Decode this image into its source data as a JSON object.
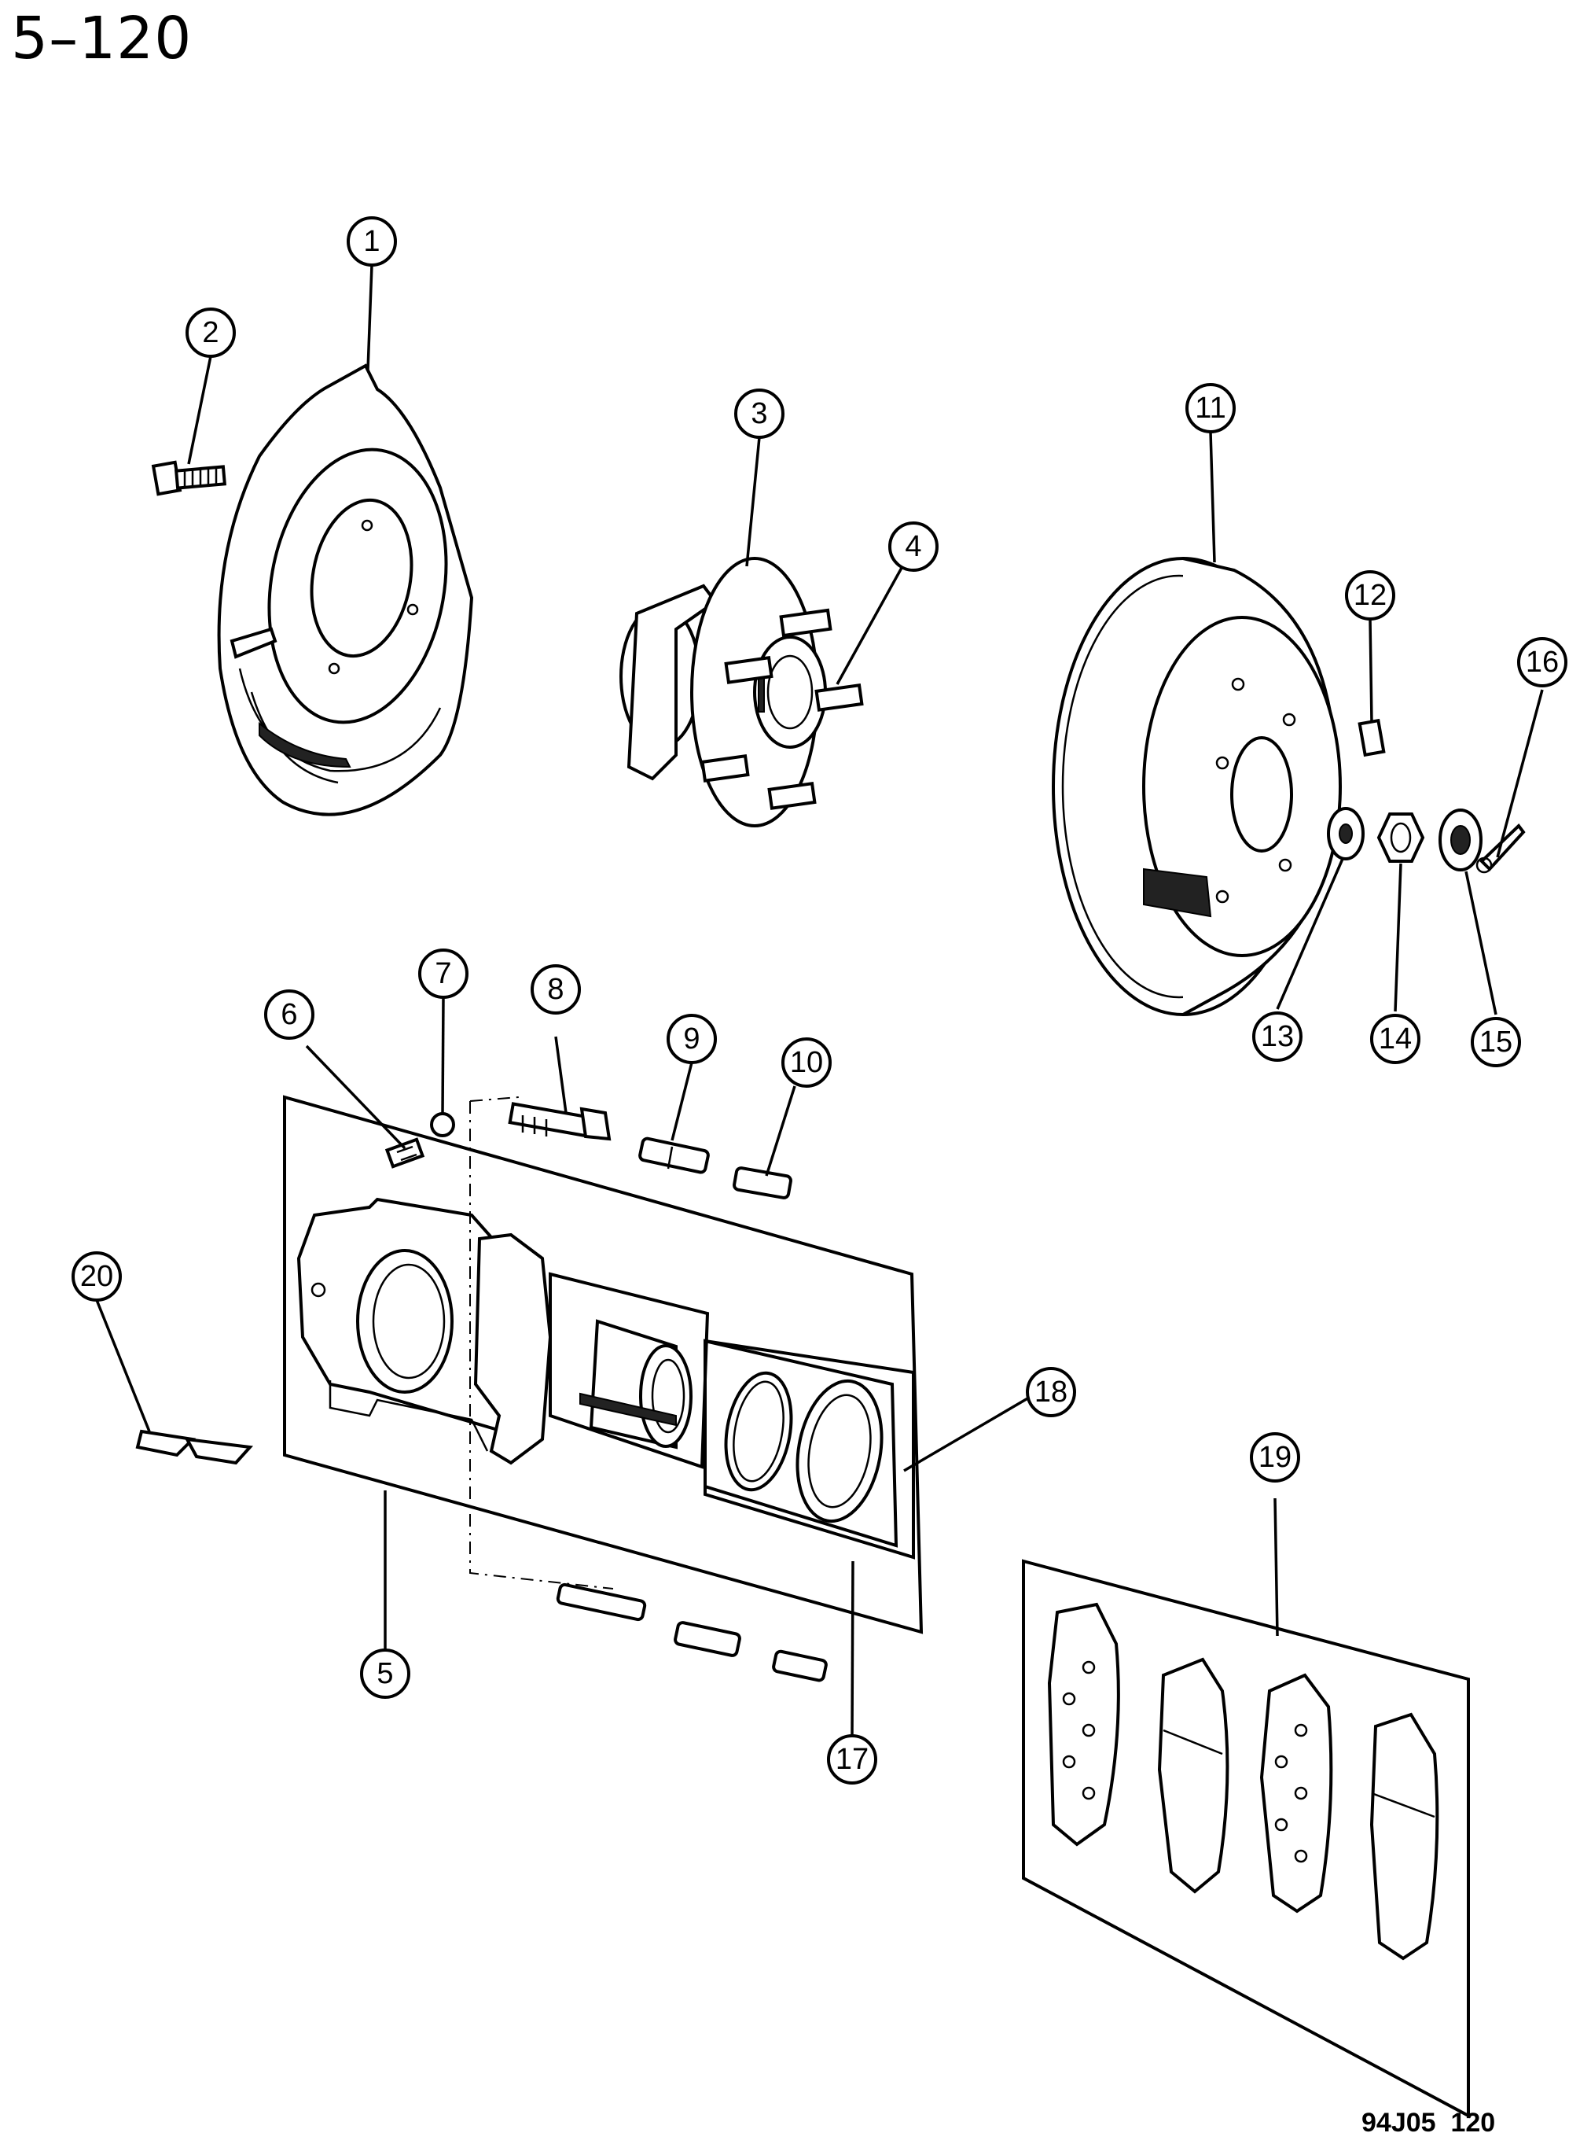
{
  "header": {
    "page_number": "5–120"
  },
  "footer": {
    "figure_code": "94J05  120"
  },
  "callouts": [
    {
      "label": "1"
    },
    {
      "label": "2"
    },
    {
      "label": "3"
    },
    {
      "label": "4"
    },
    {
      "label": "5"
    },
    {
      "label": "6"
    },
    {
      "label": "7"
    },
    {
      "label": "8"
    },
    {
      "label": "9"
    },
    {
      "label": "10"
    },
    {
      "label": "11"
    },
    {
      "label": "12"
    },
    {
      "label": "13"
    },
    {
      "label": "14"
    },
    {
      "label": "15"
    },
    {
      "label": "16"
    },
    {
      "label": "17"
    },
    {
      "label": "18"
    },
    {
      "label": "19"
    },
    {
      "label": "20"
    }
  ]
}
